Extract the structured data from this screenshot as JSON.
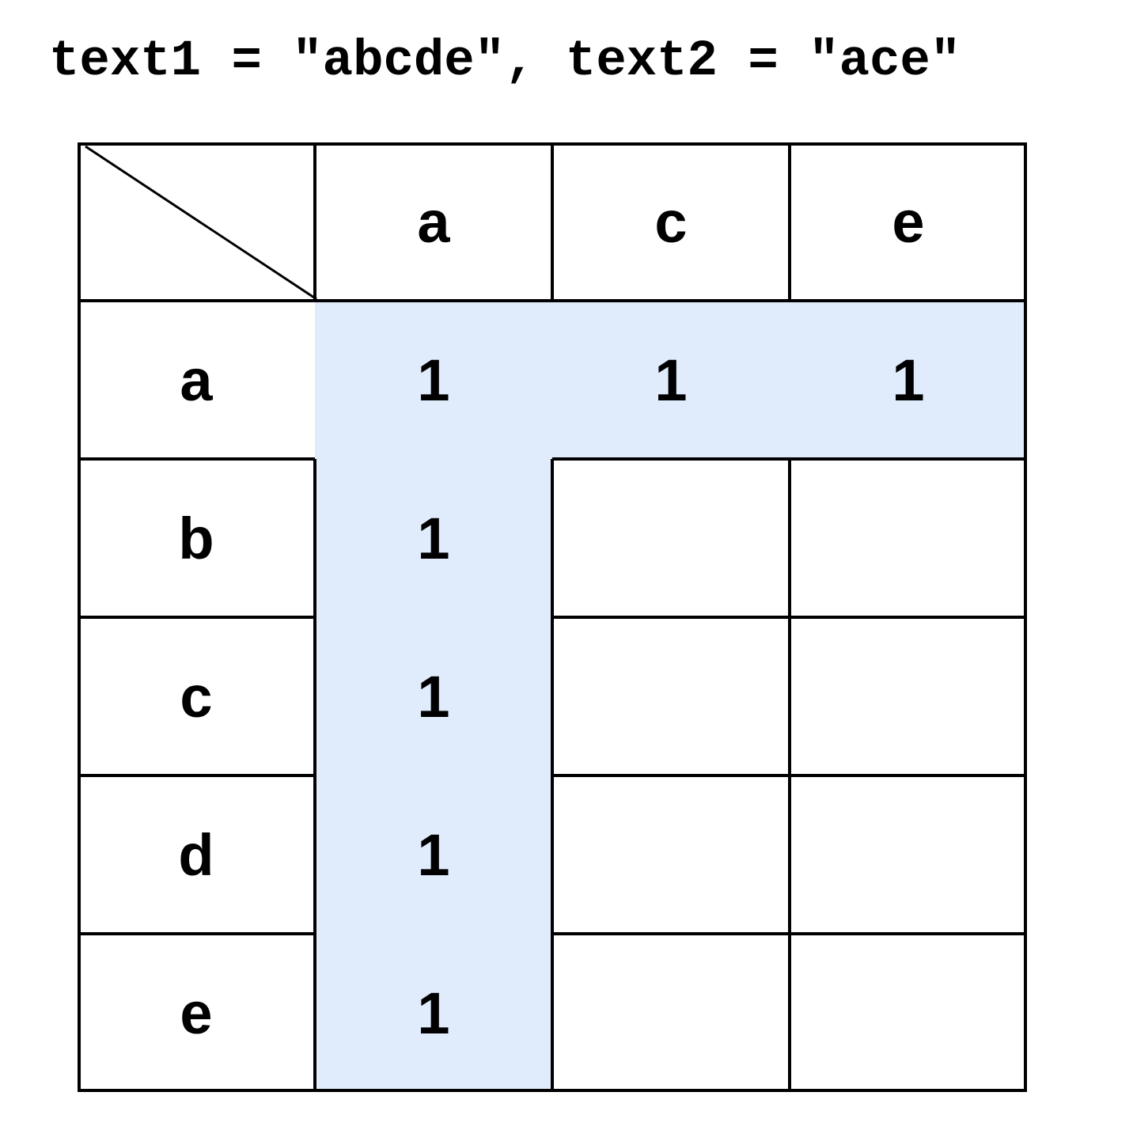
{
  "heading": "text1 = \"abcde\", text2 = \"ace\"",
  "colors": {
    "highlight": "#e0ebfb",
    "line": "#000000",
    "text": "#000000",
    "background": "#ffffff"
  },
  "table": {
    "column_headers": [
      "a",
      "c",
      "e"
    ],
    "row_headers": [
      "a",
      "b",
      "c",
      "d",
      "e"
    ],
    "rows": [
      [
        "1",
        "1",
        "1"
      ],
      [
        "1",
        "",
        ""
      ],
      [
        "1",
        "",
        ""
      ],
      [
        "1",
        "",
        ""
      ],
      [
        "1",
        "",
        ""
      ]
    ],
    "highlighted_cells": [
      [
        0,
        0
      ],
      [
        0,
        1
      ],
      [
        0,
        2
      ],
      [
        1,
        0
      ],
      [
        2,
        0
      ],
      [
        3,
        0
      ],
      [
        4,
        0
      ]
    ]
  }
}
